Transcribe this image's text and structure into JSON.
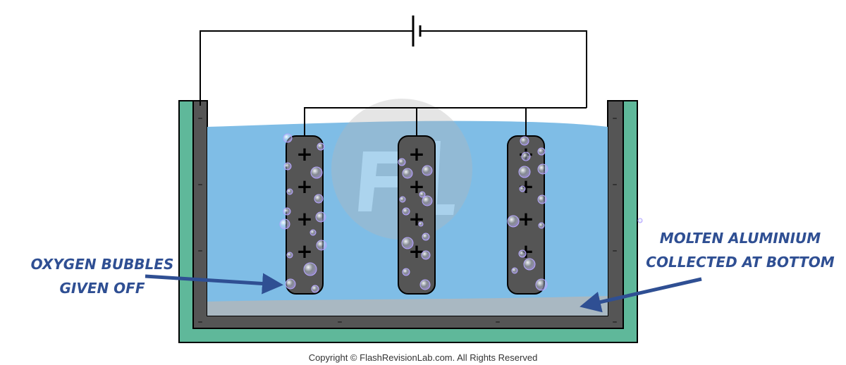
{
  "labels": {
    "left_line1": "OXYGEN BUBBLES",
    "left_line2": "GIVEN OFF",
    "right_line1": "MOLTEN ALUMINIUM",
    "right_line2": "COLLECTED AT BOTTOM"
  },
  "anode_sign": "+",
  "cathode_sign": "–",
  "copyright": "Copyright © FlashRevisionLab.com. All Rights Reserved",
  "colors": {
    "tank_outer": "#5fb89a",
    "cathode_lining": "#555555",
    "electrolyte": "#7fbde6",
    "molten_aluminium": "#a9b8c2",
    "anode": "#555555",
    "wire": "#000000",
    "label": "#2f4f93"
  }
}
